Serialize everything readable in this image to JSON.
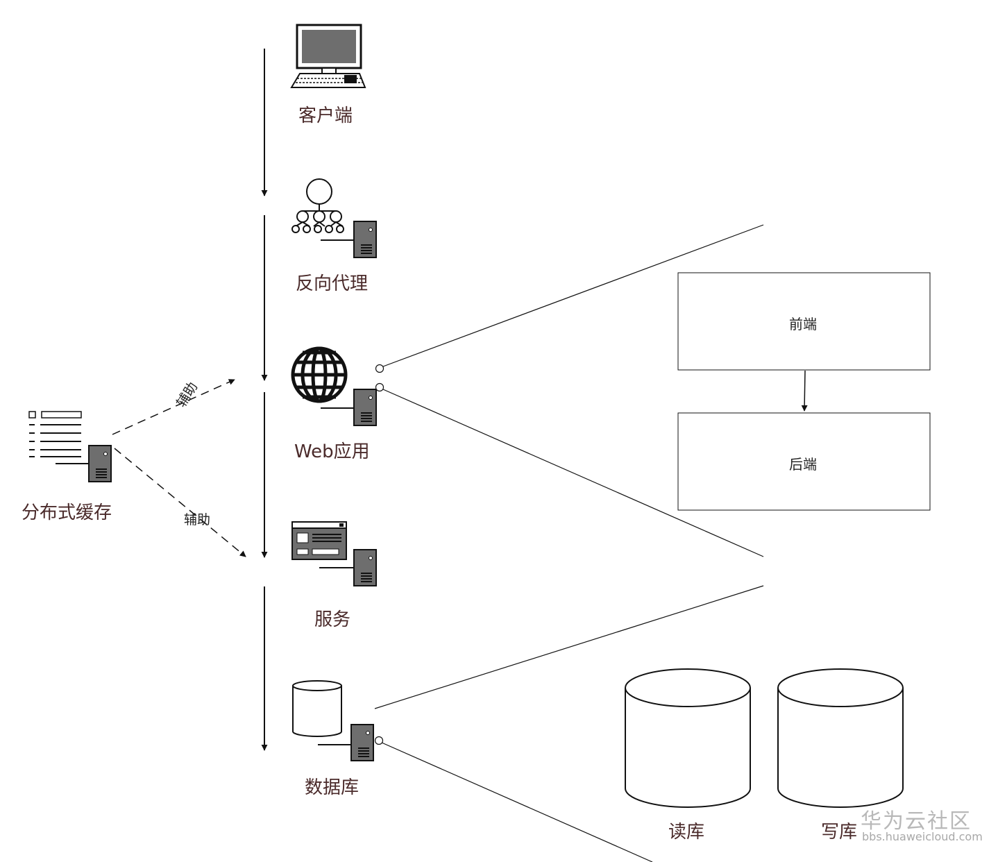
{
  "nodes": {
    "client": "客户端",
    "reverse_proxy": "反向代理",
    "web_app": "Web应用",
    "service": "服务",
    "database": "数据库",
    "distributed_cache": "分布式缓存"
  },
  "web_detail": {
    "frontend": "前端",
    "backend": "后端"
  },
  "db_detail": {
    "read_db": "读库",
    "write_db": "写库"
  },
  "edges": {
    "assist_to_web": "辅助",
    "assist_to_service": "辅助"
  },
  "watermark": {
    "brand": "华为云社区",
    "url": "bbs.huaweicloud.com"
  },
  "colors": {
    "stroke": "#111111",
    "server_fill": "#6e6e6e",
    "label_text": "#4a2a2a"
  }
}
